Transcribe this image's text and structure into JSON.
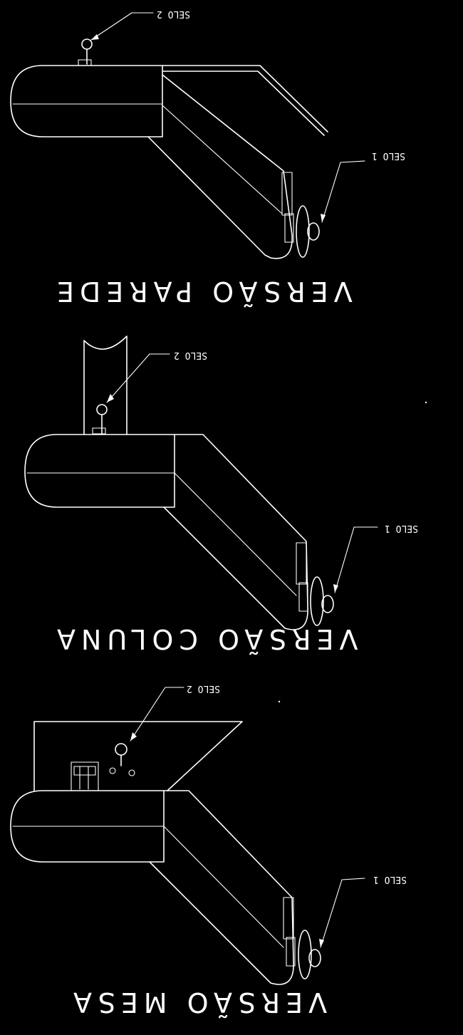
{
  "views": [
    {
      "title": "VERSÃO PAREDE",
      "seal_top": "SELO 2",
      "seal_side": "SELO 1"
    },
    {
      "title": "VERSÃO COLUNA",
      "seal_top": "SELO 2",
      "seal_side": "SELO 1"
    },
    {
      "title": "VERSÃO MESA",
      "seal_top": "SELO 2",
      "seal_side": "SELO 1"
    }
  ]
}
